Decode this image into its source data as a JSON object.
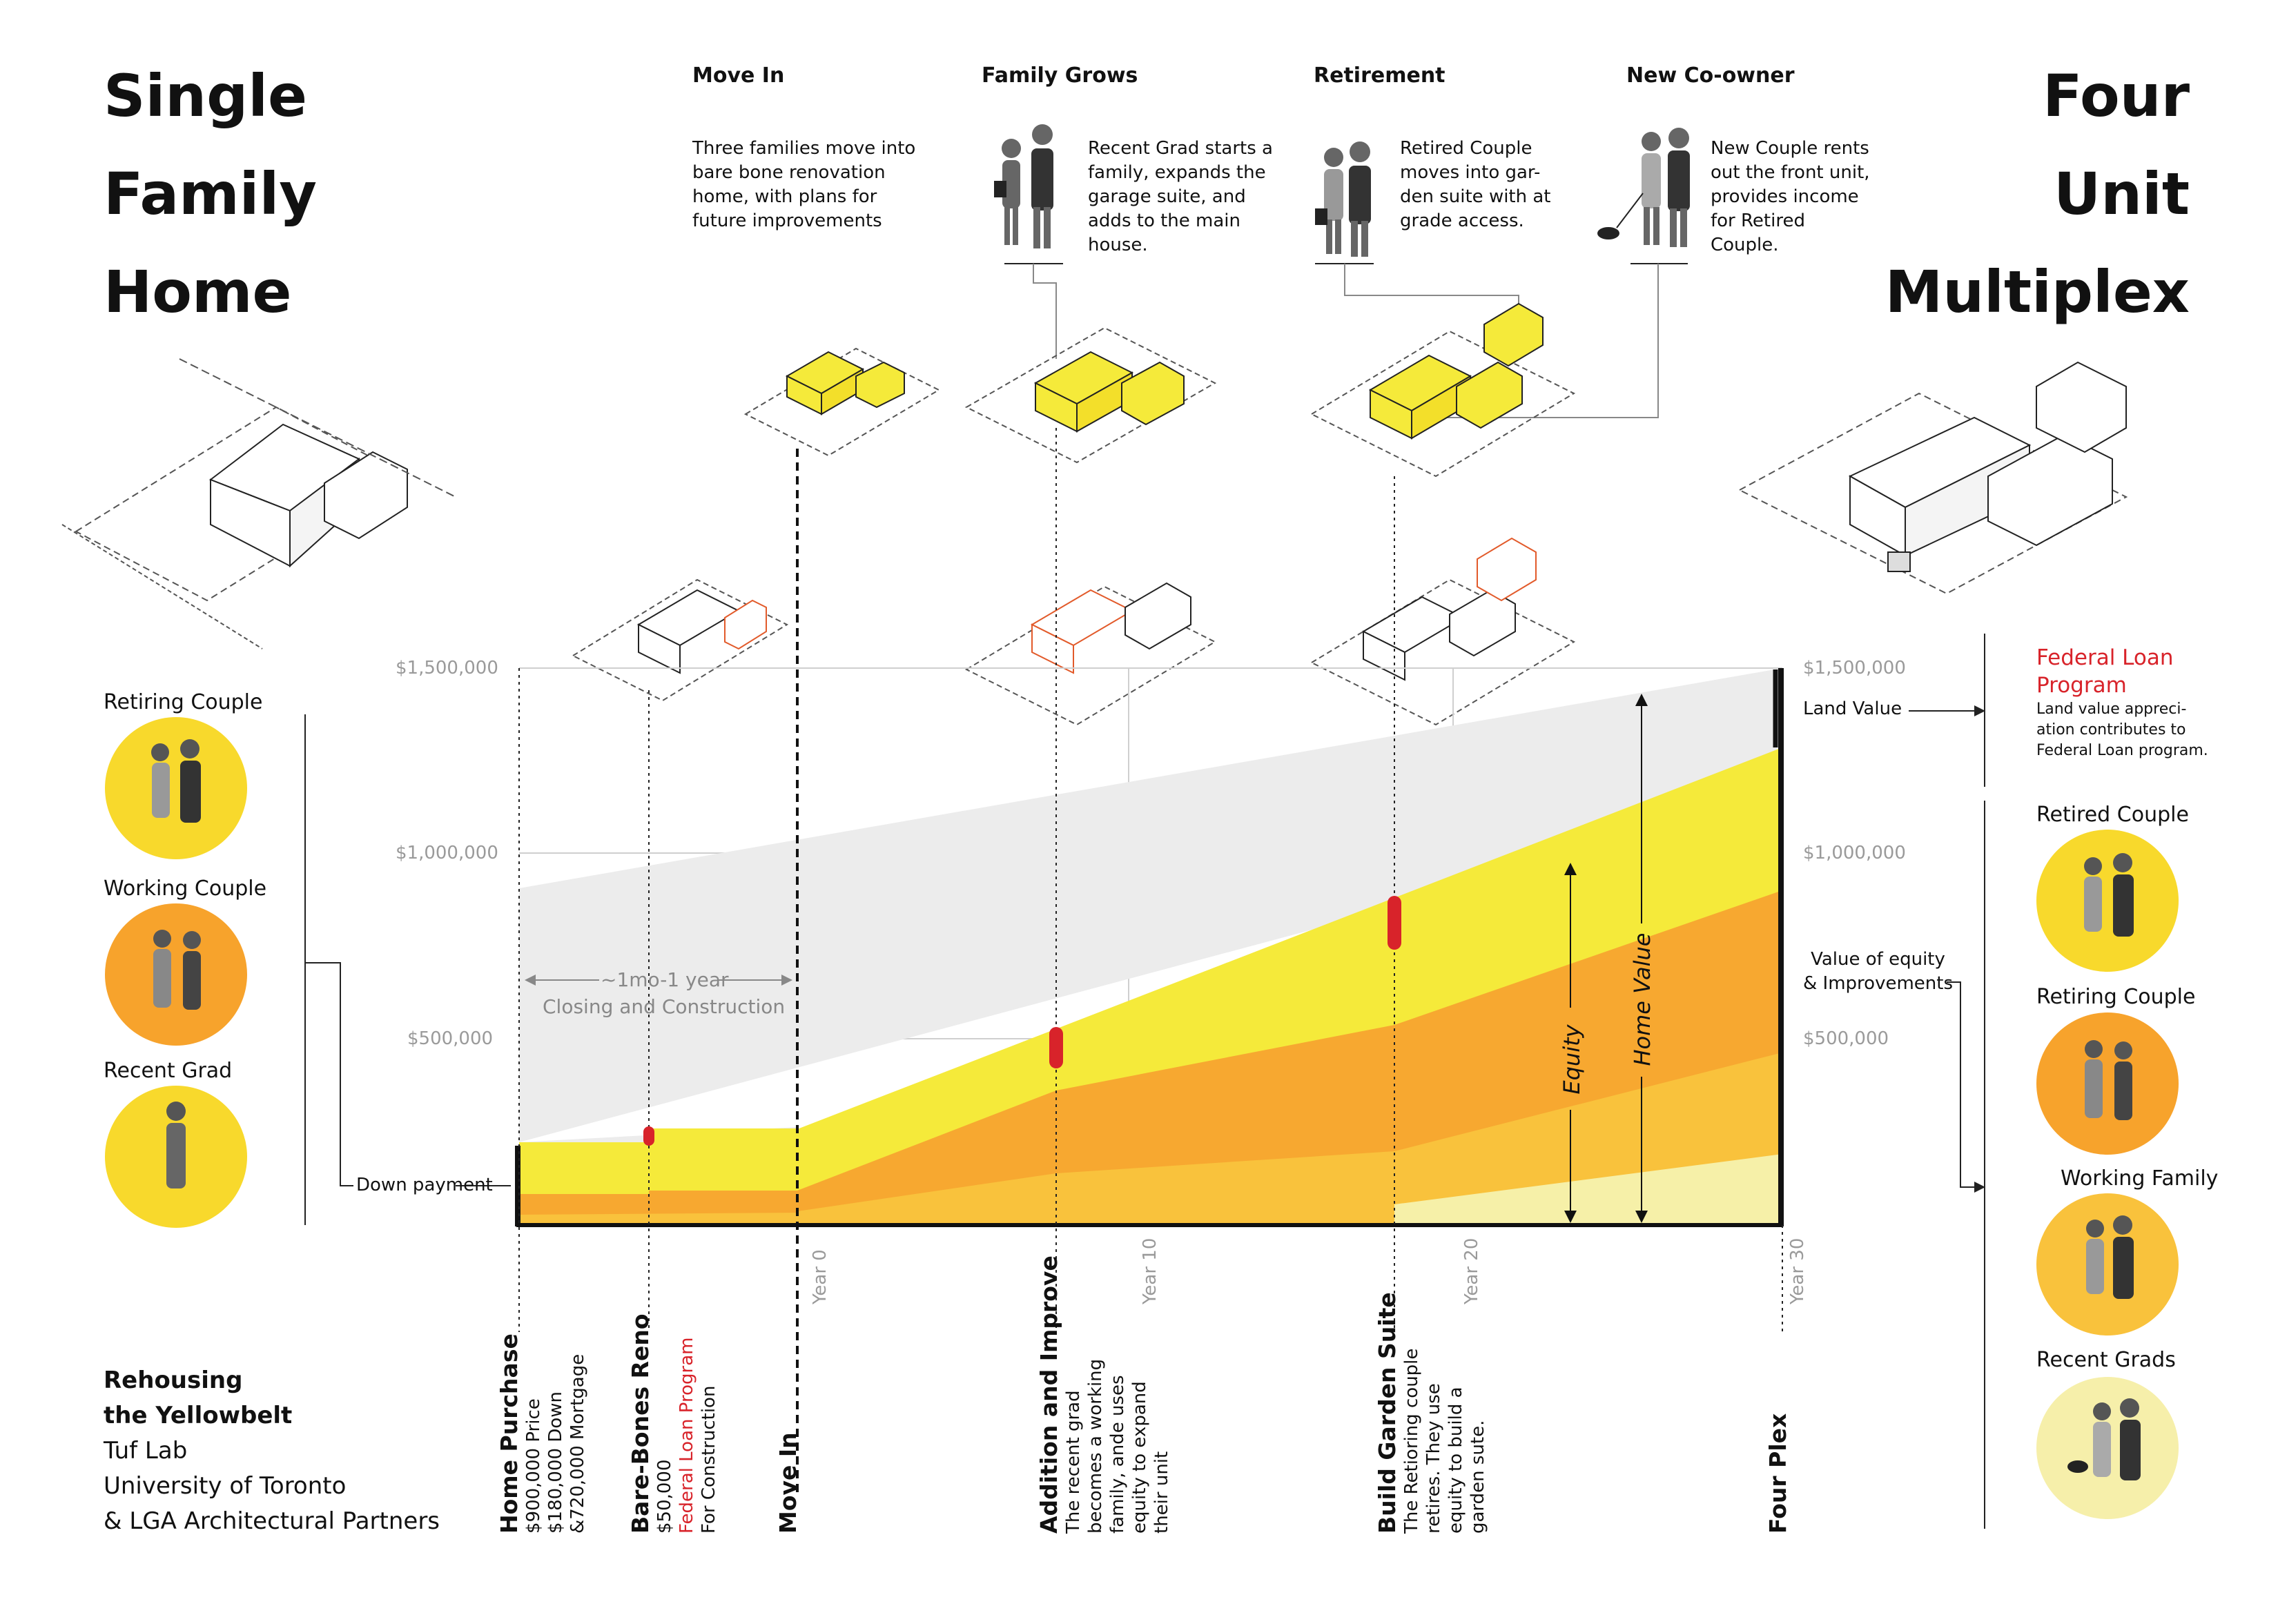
{
  "titles": {
    "left": [
      "Single",
      "Family",
      "Home"
    ],
    "right": [
      "Four",
      "Unit",
      "Multiplex"
    ]
  },
  "stages": [
    {
      "title": "Move In",
      "text": [
        "Three families move into",
        "bare bone renovation",
        "home, with plans for",
        "future improvements"
      ]
    },
    {
      "title": "Family Grows",
      "text": [
        "Recent Grad starts a",
        "family, expands the",
        "garage suite, and",
        "adds to the main",
        "house."
      ]
    },
    {
      "title": "Retirement",
      "text": [
        "Retired Couple",
        "moves into gar-",
        "den suite with at",
        "grade access."
      ]
    },
    {
      "title": "New Co-owner",
      "text": [
        "New Couple rents",
        "out the front unit,",
        "provides income",
        "for  Retired",
        "Couple."
      ]
    }
  ],
  "left_people": [
    "Retiring Couple",
    "Working Couple",
    "Recent Grad"
  ],
  "right_people": [
    "Retired Couple",
    "Retiring Couple",
    "Working Family",
    "Recent Grads"
  ],
  "colors": {
    "yellow": "#f5ea3a",
    "orange": "#f7a830",
    "mid_orange": "#f9c23c",
    "pale_yellow": "#f6f0a8",
    "grey": "#ececec",
    "red": "#d8232a",
    "circle_yellow": "#f8d92c",
    "circle_orange": "#f7a32c",
    "circle_pale": "#f6efaa"
  },
  "axis": {
    "left_ticks": [
      "$1,500,000",
      "$1,000,000",
      "$500,000"
    ],
    "right_ticks": [
      "$1,500,000",
      "$1,000,000",
      "$500,000"
    ],
    "years": [
      "Year 0",
      "Year 10",
      "Year 20",
      "Year 30"
    ]
  },
  "annotations": {
    "closing_range": "~1mo-1 year",
    "closing_label": "Closing and Construction",
    "down_payment": "Down payment",
    "land_value": "Land Value",
    "equity_improvements": [
      "Value of equity",
      "& Improvements"
    ],
    "equity": "Equity",
    "home_value": "Home Value"
  },
  "federal": {
    "title": [
      "Federal Loan",
      "Program"
    ],
    "text": [
      "Land value appreci-",
      "ation contributes to",
      "Federal Loan program."
    ]
  },
  "milestones": {
    "home_purchase": {
      "title": "Home Purchase",
      "lines": [
        "$900,000 Price",
        "$180,000 Down",
        "&720,000 Mortgage"
      ]
    },
    "bare_bones": {
      "title": "Bare-Bones Reno",
      "lines": [
        "$50,000"
      ],
      "red_line": "Federal Loan Program",
      "last": "For Construction"
    },
    "move_in": {
      "title": "Move In"
    },
    "addition": {
      "title": "Addition and Improve",
      "lines": [
        "The recent grad",
        "becomes a working",
        "family, ande uses",
        "equity to expand",
        "their unit"
      ]
    },
    "garden": {
      "title": "Build Garden Suite",
      "lines": [
        "The Retioring couple",
        "retires. They use",
        "equity to build a",
        "garden sute."
      ]
    },
    "four_plex": {
      "title": "Four Plex"
    }
  },
  "credits": {
    "title": [
      "Rehousing",
      "the Yellowbelt"
    ],
    "lines": [
      "Tuf Lab",
      "University of Toronto",
      "& LGA Architectural Partners"
    ]
  }
}
